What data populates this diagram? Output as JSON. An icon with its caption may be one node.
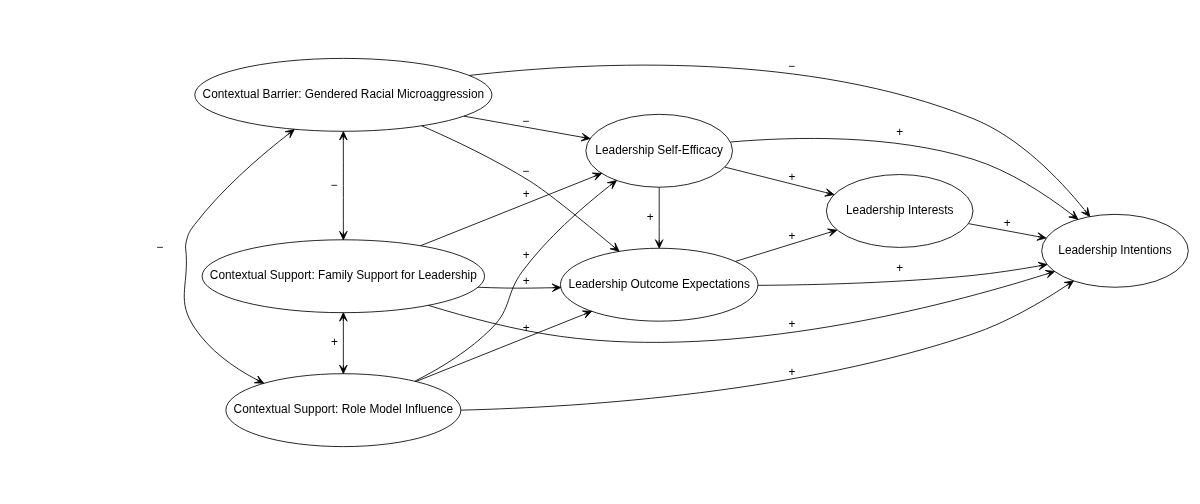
{
  "diagram": {
    "nodes": [
      {
        "text": [
          "Contextual Barrier: Gendered Racial Microaggression"
        ]
      },
      {
        "text": [
          "Contextual Support: Family Support for Leadership"
        ]
      },
      {
        "text": [
          "Contextual Support: Role Model Influence"
        ]
      },
      {
        "text": [
          "Leadership Self-Efficacy"
        ]
      },
      {
        "text": [
          "Leadership Outcome Expectations"
        ]
      },
      {
        "text": [
          "Leadership Interests"
        ]
      },
      {
        "text": [
          "Leadership Intentions"
        ]
      }
    ],
    "edges": [
      {
        "from": 0,
        "to": 6,
        "arrow": "to",
        "label": "−"
      },
      {
        "from": 0,
        "to": 3,
        "arrow": "to",
        "label": "−"
      },
      {
        "from": 0,
        "to": 4,
        "arrow": "to",
        "label": "−"
      },
      {
        "from": 3,
        "to": 6,
        "arrow": "to",
        "label": "+"
      },
      {
        "from": 1,
        "to": 3,
        "arrow": "to",
        "label": "+"
      },
      {
        "from": 2,
        "to": 3,
        "arrow": "to",
        "label": "+"
      },
      {
        "from": 1,
        "to": 4,
        "arrow": "to",
        "label": "+"
      },
      {
        "from": 2,
        "to": 4,
        "arrow": "to",
        "label": "+"
      },
      {
        "from": 3,
        "to": 4,
        "arrow": "to",
        "label": "+"
      },
      {
        "from": 3,
        "to": 5,
        "arrow": "to",
        "label": "+"
      },
      {
        "from": 4,
        "to": 5,
        "arrow": "to",
        "label": "+"
      },
      {
        "from": 4,
        "to": 6,
        "arrow": "to",
        "label": "+"
      },
      {
        "from": 5,
        "to": 6,
        "arrow": "to",
        "label": "+"
      },
      {
        "from": 1,
        "to": 6,
        "arrow": "to",
        "label": "+"
      },
      {
        "from": 2,
        "to": 6,
        "arrow": "to",
        "label": "+"
      },
      {
        "from": 0,
        "to": 1,
        "arrow": "both",
        "label": "−"
      },
      {
        "from": 0,
        "to": 2,
        "arrow": "both",
        "label": "−"
      },
      {
        "from": 1,
        "to": 2,
        "arrow": "both",
        "label": "+"
      }
    ]
  }
}
